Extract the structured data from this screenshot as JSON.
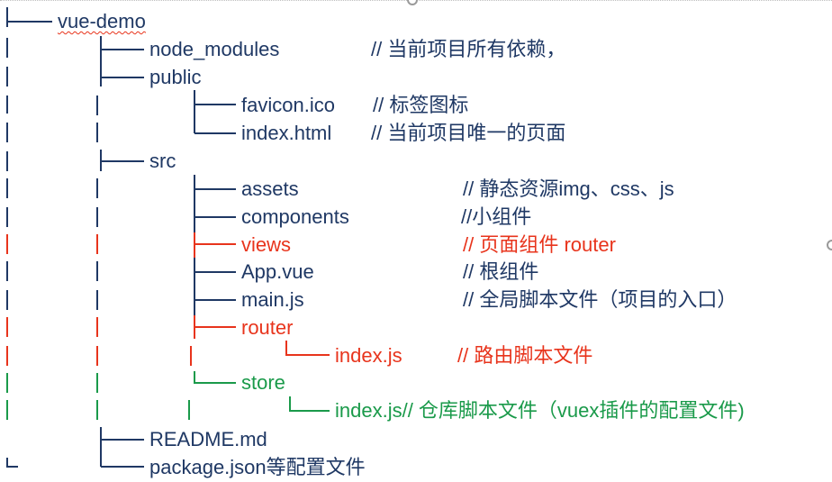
{
  "colors": {
    "normal": "#1f3864",
    "highlight_red": "#e8341c",
    "highlight_green": "#1a9a4a",
    "glyph_red": "#e8341c",
    "glyph_green": "#1a9a4a",
    "glyph_blue": "#1f3864"
  },
  "tree": {
    "root": "vue-demo",
    "rows": [
      {
        "id": "node-modules",
        "label": "node_modules",
        "comment": "// 当前项目所有依赖，"
      },
      {
        "id": "public",
        "label": "public",
        "comment": ""
      },
      {
        "id": "favicon",
        "label": "favicon.ico",
        "comment": "// 标签图标"
      },
      {
        "id": "index-html",
        "label": "index.html",
        "comment": "// 当前项目唯一的页面"
      },
      {
        "id": "src",
        "label": "src",
        "comment": ""
      },
      {
        "id": "assets",
        "label": "assets",
        "comment": "// 静态资源img、css、js"
      },
      {
        "id": "components",
        "label": "components",
        "comment": "//小组件"
      },
      {
        "id": "views",
        "label": "views",
        "comment": "// 页面组件  router"
      },
      {
        "id": "app-vue",
        "label": "App.vue",
        "comment": "// 根组件"
      },
      {
        "id": "main-js",
        "label": "main.js",
        "comment": "// 全局脚本文件（项目的入口）"
      },
      {
        "id": "router",
        "label": "router",
        "comment": ""
      },
      {
        "id": "router-index",
        "label": "index.js",
        "comment": "// 路由脚本文件"
      },
      {
        "id": "store",
        "label": "store",
        "comment": ""
      },
      {
        "id": "store-index",
        "label": "index.js// 仓库脚本文件（vuex插件的配置文件)",
        "comment": ""
      },
      {
        "id": "readme",
        "label": "README.md",
        "comment": ""
      },
      {
        "id": "package-json",
        "label": "package.json等配置文件",
        "comment": ""
      }
    ]
  }
}
